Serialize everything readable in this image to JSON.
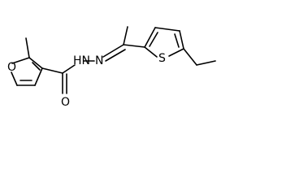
{
  "molecule": {
    "atoms": {
      "furan_oxygen": "O",
      "hydrazide_nh": "HN",
      "imine_n": "N",
      "carbonyl_oxygen": "O",
      "thiophene_sulfur": "S"
    },
    "colors": {
      "bond": "#000000",
      "label": "#000000",
      "background": "#ffffff"
    }
  }
}
